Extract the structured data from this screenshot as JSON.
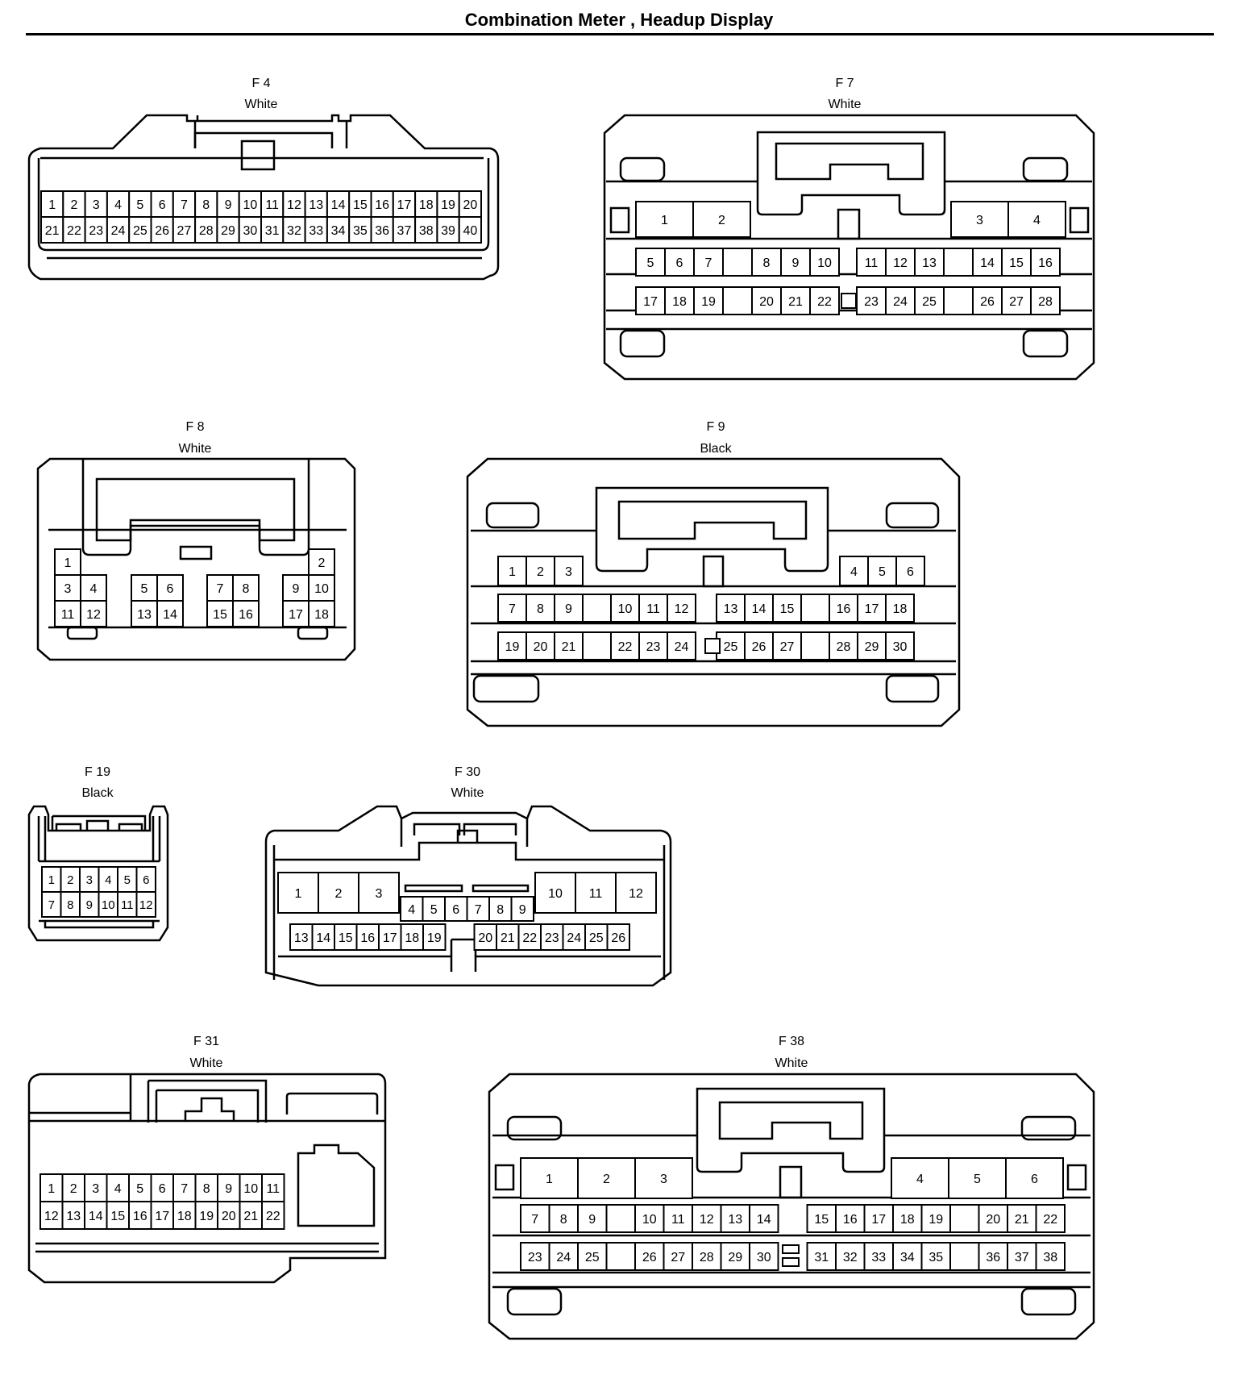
{
  "page": {
    "title": "Combination Meter , Headup Display"
  },
  "connectors": [
    {
      "id": "F 4",
      "color": "White"
    },
    {
      "id": "F 7",
      "color": "White"
    },
    {
      "id": "F 8",
      "color": "White"
    },
    {
      "id": "F 9",
      "color": "Black"
    },
    {
      "id": "F 19",
      "color": "Black"
    },
    {
      "id": "F 30",
      "color": "White"
    },
    {
      "id": "F 31",
      "color": "White"
    },
    {
      "id": "F 38",
      "color": "White"
    }
  ]
}
